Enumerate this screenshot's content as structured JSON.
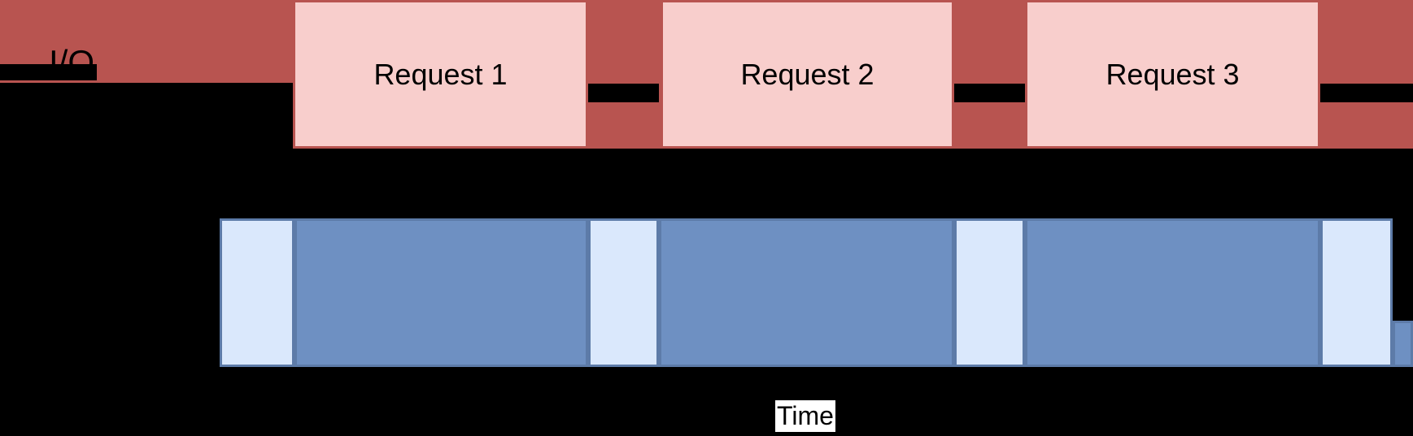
{
  "diagram": {
    "io_label": "I/O",
    "time_label": "Time",
    "requests": [
      {
        "label": "Request 1"
      },
      {
        "label": "Request 2"
      },
      {
        "label": "Request 3"
      }
    ],
    "colors": {
      "background": "#000000",
      "io_band_red": "#b85450",
      "request_fill_pink": "#f8cecc",
      "axis_line_black": "#000000",
      "cpu_busy_blue": "#6e90c2",
      "cpu_idle_light_blue": "#dae8fc",
      "cpu_border_blue": "#5d7ba8",
      "time_label_bg": "#ffffff",
      "text_color": "#000000"
    }
  }
}
